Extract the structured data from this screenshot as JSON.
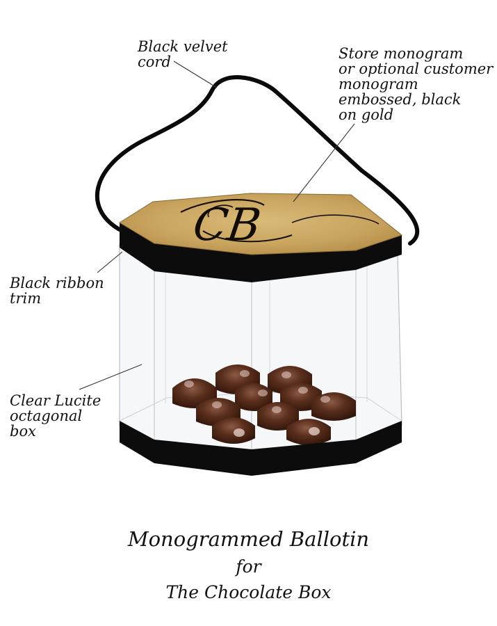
{
  "annotations": {
    "cord": [
      "Black velvet",
      "cord"
    ],
    "monogram": [
      "Store monogram",
      "or optional customer",
      "monogram",
      "embossed, black",
      "on gold"
    ],
    "ribbon": [
      "Black ribbon",
      "trim"
    ],
    "box": [
      "Clear Lucite",
      "octagonal",
      "box"
    ]
  },
  "lid_monogram": "CB",
  "caption": {
    "title": "Monogrammed Ballotin",
    "line2": "for",
    "line3": "The Chocolate Box"
  },
  "colors": {
    "gold": "#c9a45e",
    "trim": "#0c0c0c",
    "chocolate": "#4a2516",
    "lucite": "#f4f6f8"
  }
}
